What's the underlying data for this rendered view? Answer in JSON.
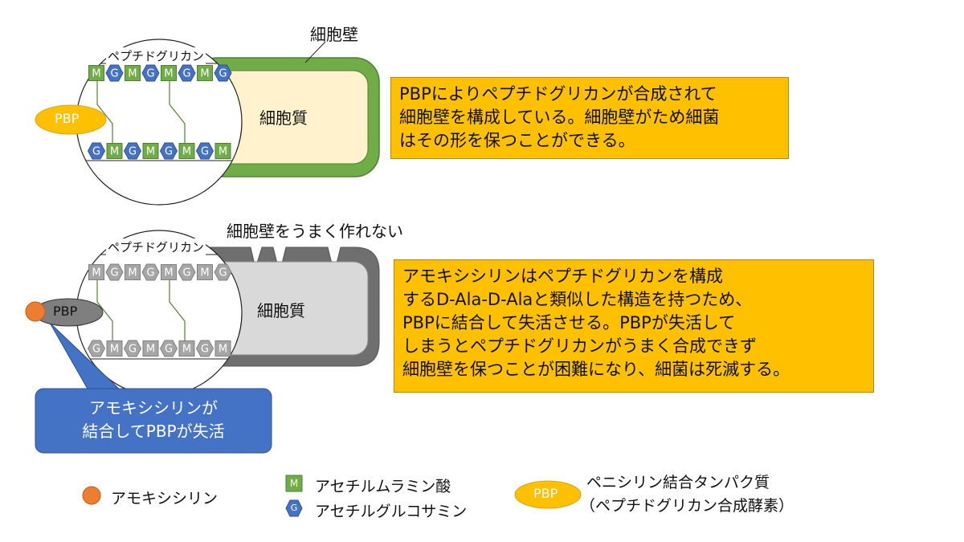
{
  "top": {
    "wall_label": "細胞壁",
    "cytoplasm_label": "細胞質",
    "peptidoglycan_label": "ペプチドグリカン",
    "pbp_label": "PBP",
    "top_row": [
      "M",
      "G",
      "M",
      "G",
      "M",
      "G",
      "M",
      "G"
    ],
    "bottom_row": [
      "G",
      "M",
      "G",
      "M",
      "G",
      "M",
      "G",
      "M"
    ],
    "explanation": "PBPによりペプチドグリカンが合成されて\n細胞壁を構成している。細胞壁がため細菌\nはその形を保つことができる。"
  },
  "bottom": {
    "wall_failure_label": "細胞壁をうまく作れない",
    "cytoplasm_label": "細胞質",
    "peptidoglycan_label": "ペプチドグリカン",
    "pbp_label": "PBP",
    "top_row": [
      "M",
      "G",
      "M",
      "G",
      "M",
      "G",
      "M",
      "G"
    ],
    "bottom_row": [
      "G",
      "M",
      "G",
      "M",
      "G",
      "M",
      "G",
      "M"
    ],
    "callout": "アモキシシリンが\n結合してPBPが失活",
    "explanation": "アモキシシリンはペプチドグリカンを構成\nするD-Ala-D-Alaと類似した構造を持つため、\nPBPに結合して失活させる。PBPが失活して\nしまうとペプチドグリカンがうまく合成できず\n細胞壁を保つことが困難になり、細菌は死滅する。"
  },
  "legend": {
    "amoxicillin": "アモキシシリン",
    "m_symbol": "M",
    "m_label": "アセチルムラミン酸",
    "g_symbol": "G",
    "g_label": "アセチルグルコサミン",
    "pbp_symbol": "PBP",
    "pbp_label_line1": "ペニシリン結合タンパク質",
    "pbp_label_line2": "（ペプチドグリカン合成酵素）"
  },
  "colors": {
    "wall_green": "#70AD47",
    "wall_green_stroke": "#507E32",
    "cytoplasm_top": "#FFF2CC",
    "wall_gray": "#6F6F6F",
    "cytoplasm_bottom": "#D9D9D9",
    "pbp_yellow": "#FFC000",
    "pbp_gray": "#7F7F7F",
    "amoxicillin": "#ED7D31",
    "m_green": "#70AD47",
    "g_blue": "#4472C4",
    "inactive_gray": "#A6A6A6",
    "callout_blue": "#4472C4",
    "box_yellow": "#FFC000"
  }
}
